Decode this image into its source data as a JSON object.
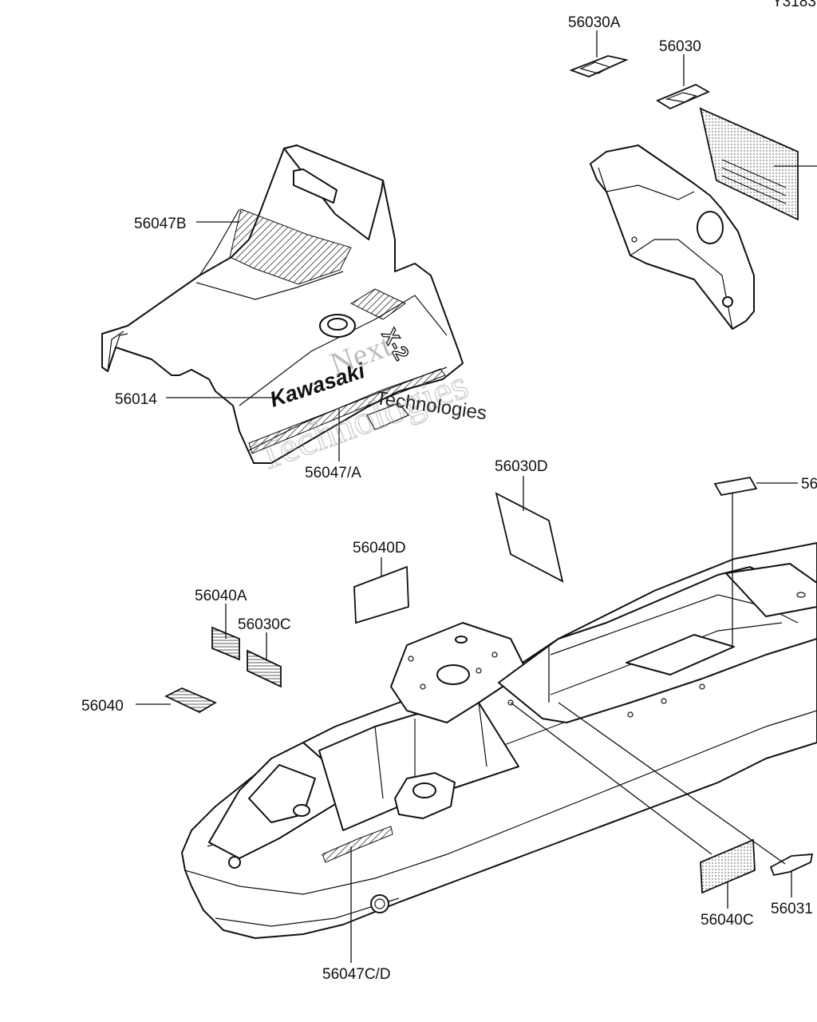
{
  "diagram": {
    "ref_number": "Y3183",
    "labels": {
      "p56030A": "56030A",
      "p56030": "56030",
      "p56047B": "56047B",
      "p56014": "56014",
      "p56047A": "56047/A",
      "p56030D": "56030D",
      "p56040D": "56040D",
      "p56040A": "56040A",
      "p56030C": "56030C",
      "p56040": "56040",
      "p56040C": "56040C",
      "p56031": "56031",
      "p56047CD": "56047C/D",
      "p56_right": "56"
    },
    "hood_brand_text": "Kawasaki",
    "hood_model_text": "X-2",
    "watermark": {
      "line1": "Next",
      "line2": "Technologies",
      "line3": "Technologies"
    }
  }
}
